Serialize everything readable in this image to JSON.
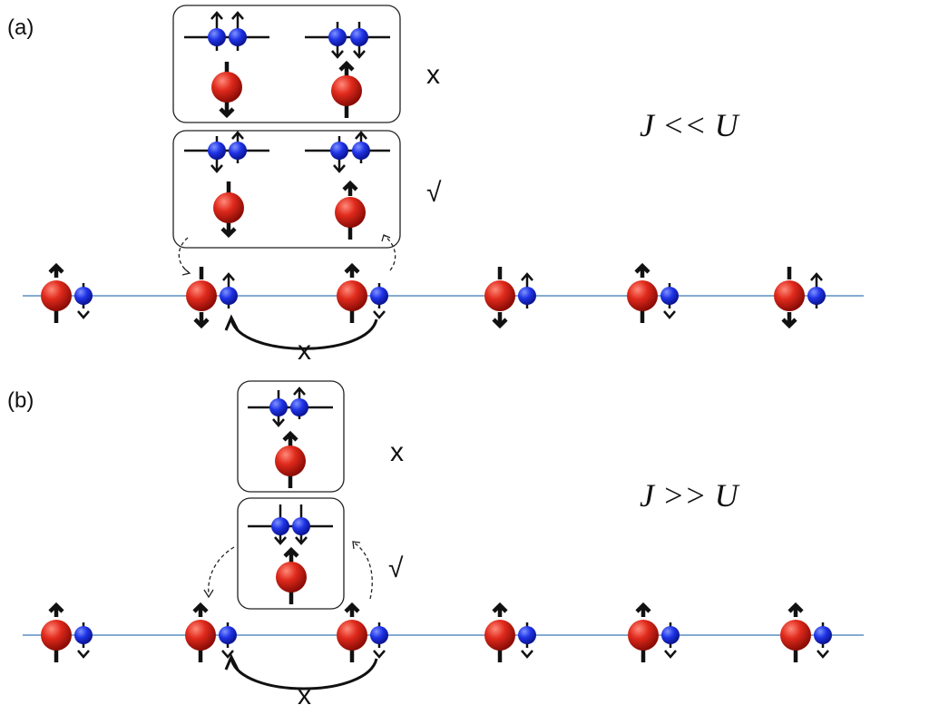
{
  "panel_a": {
    "label": "(a)",
    "condition": "J << U",
    "top_box_mark": "x",
    "bottom_box_mark": "√",
    "hop_mark": "x"
  },
  "panel_b": {
    "label": "(b)",
    "condition": "J >> U",
    "top_box_mark": "x",
    "bottom_box_mark": "√",
    "hop_mark": "x"
  },
  "colors": {
    "large_spin": "#d42020",
    "small_spin": "#1a3ad8",
    "chain_line": "#5b8fc2"
  }
}
